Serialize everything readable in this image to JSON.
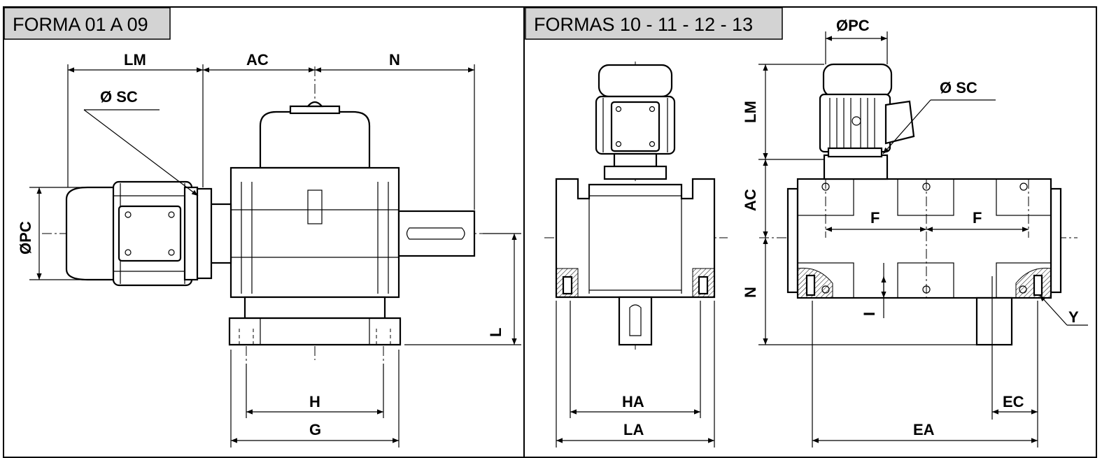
{
  "panels": {
    "left_title": "FORMA 01 A 09",
    "right_title": "FORMAS 10 - 11 - 12 - 13"
  },
  "dims": {
    "lm": "LM",
    "ac": "AC",
    "n": "N",
    "sc": "Ø SC",
    "pc": "ØPC",
    "l": "L",
    "h": "H",
    "g": "G",
    "ha": "HA",
    "la": "LA",
    "f": "F",
    "i": "I",
    "y": "Y",
    "ec": "EC",
    "ea": "EA"
  }
}
